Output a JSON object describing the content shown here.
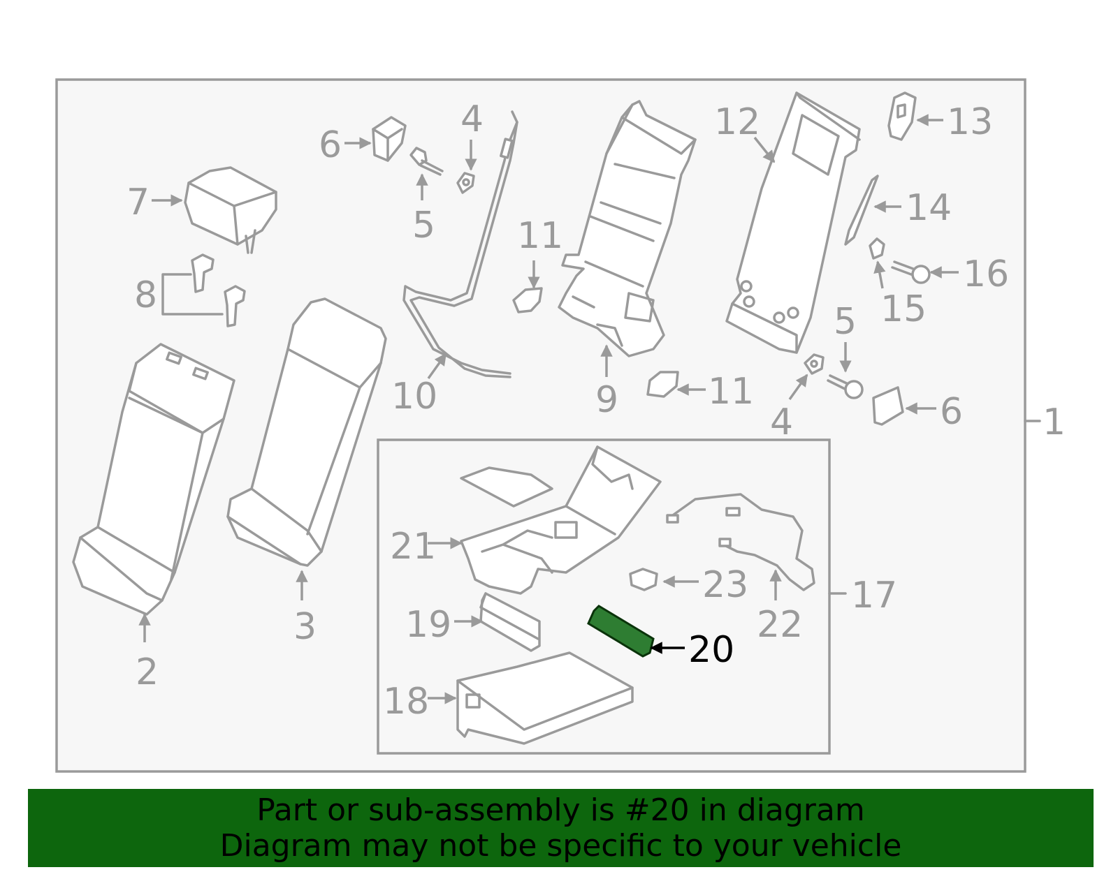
{
  "diagram": {
    "callouts": [
      "1",
      "2",
      "3",
      "4",
      "4",
      "5",
      "5",
      "6",
      "6",
      "7",
      "8",
      "9",
      "10",
      "11",
      "11",
      "12",
      "13",
      "14",
      "15",
      "16",
      "17",
      "18",
      "19",
      "20",
      "21",
      "22",
      "23"
    ],
    "highlighted_part": "20",
    "highlight_color": "#2e7d32",
    "frame_color": "#9a9a9a",
    "panel_background": "#f7f7f7"
  },
  "banner": {
    "line1": "Part or sub-assembly is #20 in diagram",
    "line2": "Diagram may not be specific to your vehicle",
    "background": "#0d660d"
  }
}
